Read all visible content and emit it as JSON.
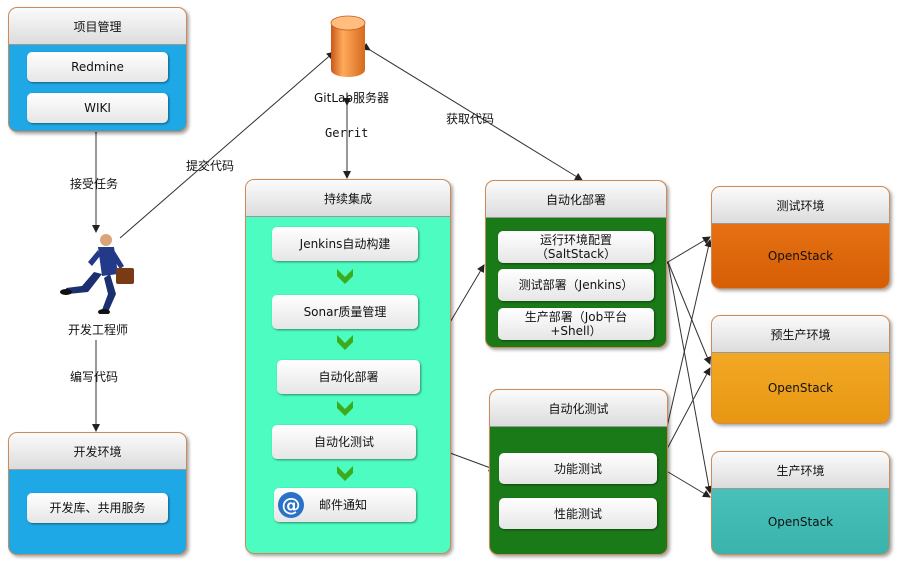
{
  "project_mgmt": {
    "title": "项目管理",
    "items": [
      "Redmine",
      "WIKI"
    ]
  },
  "dev_env": {
    "title": "开发环境",
    "items": [
      "开发库、共用服务"
    ]
  },
  "gitlab": {
    "label": "GitLab服务器"
  },
  "developer": {
    "label": "开发工程师"
  },
  "ci": {
    "title": "持续集成",
    "steps": [
      "Jenkins自动构建",
      "Sonar质量管理",
      "自动化部署",
      "自动化测试",
      "邮件通知"
    ]
  },
  "auto_deploy": {
    "title": "自动化部署",
    "items": [
      "运行环境配置\n（SaltStack）",
      "测试部署（Jenkins）",
      "生产部署（Job平台\n+Shell）"
    ]
  },
  "auto_test": {
    "title": "自动化测试",
    "items": [
      "功能测试",
      "性能测试"
    ]
  },
  "envs": [
    {
      "title": "测试环境",
      "body": "OpenStack",
      "color_top": "#f07b1a",
      "color_bot": "#d55e06"
    },
    {
      "title": "预生产环境",
      "body": "OpenStack",
      "color_top": "#f6b230",
      "color_bot": "#e89712"
    },
    {
      "title": "生产环境",
      "body": "OpenStack",
      "color_top": "#52c9c2",
      "color_bot": "#39b3ac"
    }
  ],
  "edges": {
    "accept_task": "接受任务",
    "commit_code": "提交代码",
    "write_code": "编写代码",
    "gerrit": "Gerrit",
    "fetch_code": "获取代码"
  },
  "colors": {
    "blue": "#1ea8e6",
    "green_ci": "#4dfcc0",
    "green_dark": "#1a7a18",
    "arrow_green": "#3cab1c",
    "panel_border": "#d08a55"
  },
  "icons": [
    "database-icon",
    "running-man-icon",
    "at-sign-icon",
    "down-arrow-icon"
  ]
}
